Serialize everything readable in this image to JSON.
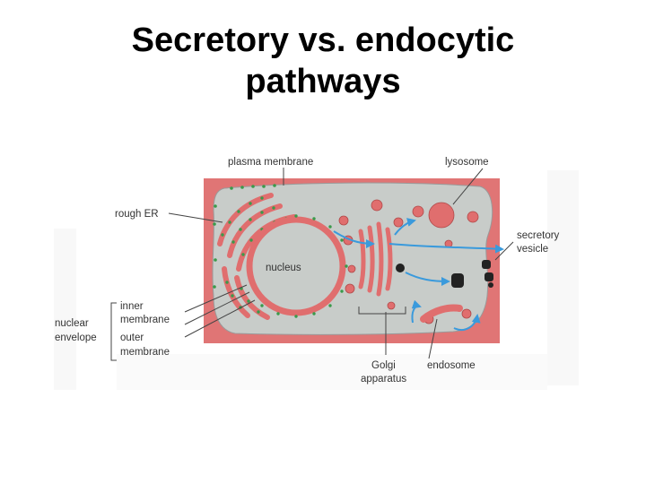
{
  "slide": {
    "title_line1": "Secretory vs. endocytic",
    "title_line2": "pathways"
  },
  "diagram": {
    "labels": {
      "plasma_membrane": "plasma membrane",
      "lysosome": "lysosome",
      "rough_er": "rough ER",
      "secretory_vesicle_1": "secretory",
      "secretory_vesicle_2": "vesicle",
      "nucleus": "nucleus",
      "inner_membrane_1": "inner",
      "inner_membrane_2": "membrane",
      "nuclear_envelope_1": "nuclear",
      "nuclear_envelope_2": "envelope",
      "outer_membrane_1": "outer",
      "outer_membrane_2": "membrane",
      "golgi_1": "Golgi",
      "golgi_2": "apparatus",
      "endosome": "endosome"
    },
    "colors": {
      "cell_background": "#e07575",
      "cytoplasm": "#c8ccc9",
      "organelle": "#e06e6e",
      "organelle_edge": "#b04848",
      "ribosome": "#3a9a4a",
      "arrow": "#3a9adc",
      "leader_line": "#444444"
    }
  }
}
